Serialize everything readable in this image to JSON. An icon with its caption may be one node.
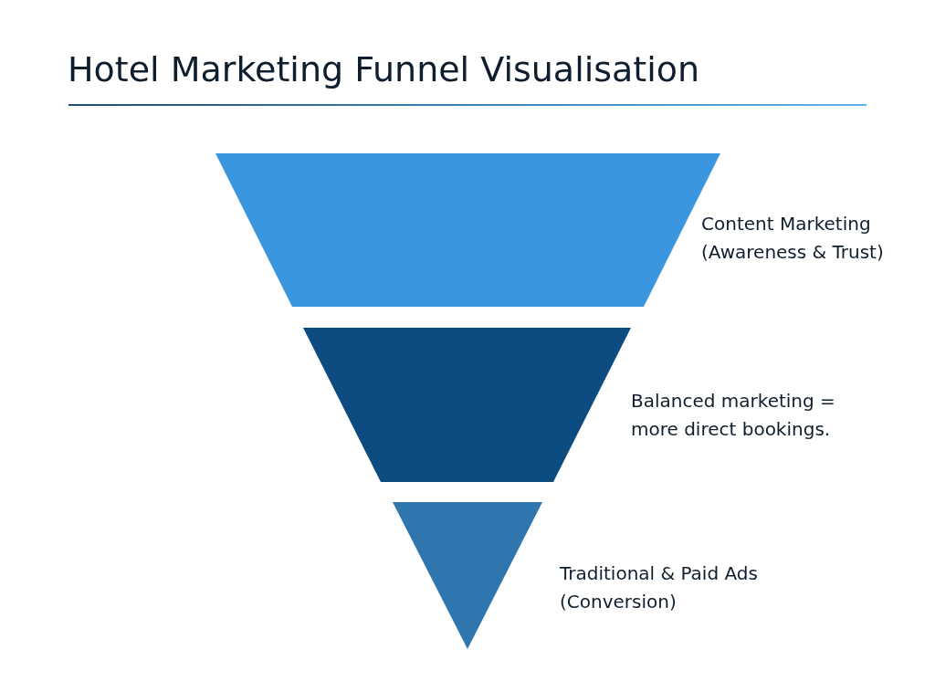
{
  "diagram": {
    "title": "Hotel Marketing Funnel Visualisation",
    "nodes": [
      {
        "text": [],
        "shape": "trapezoid",
        "beside": [
          "Content Marketing (Awareness & Trust)"
        ]
      },
      {
        "text": [],
        "shape": "trapezoid",
        "beside": [
          "Balanced marketing = more direct bookings."
        ]
      },
      {
        "text": [],
        "shape": "triangle",
        "beside": [
          "Traditional & Paid Ads (Conversion)"
        ]
      }
    ]
  }
}
